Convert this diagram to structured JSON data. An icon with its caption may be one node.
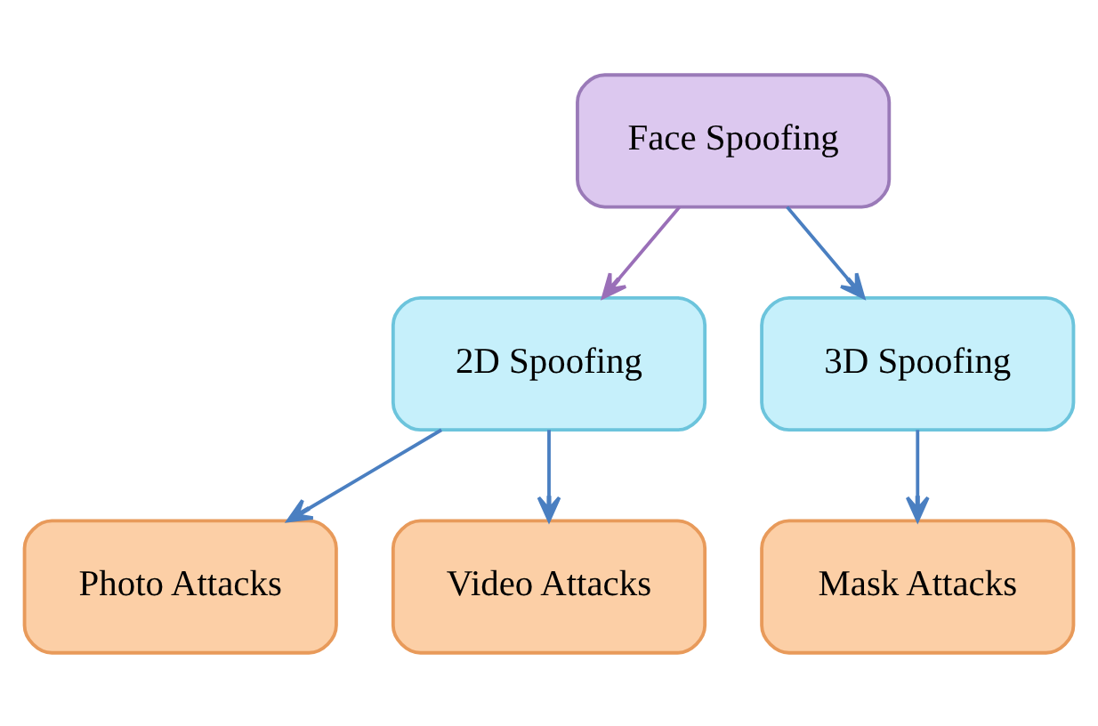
{
  "diagram": {
    "nodes": [
      {
        "text": [
          "Face Spoofing"
        ]
      },
      {
        "text": [
          "2D Spoofing"
        ]
      },
      {
        "text": [
          "3D Spoofing"
        ]
      },
      {
        "text": [
          "Photo Attacks"
        ]
      },
      {
        "text": [
          "Video Attacks"
        ]
      },
      {
        "text": [
          "Mask Attacks"
        ]
      }
    ],
    "edges": [
      {
        "from": 0,
        "to": 1,
        "arrow": "to",
        "color": "#9a6fb8"
      },
      {
        "from": 0,
        "to": 2,
        "arrow": "to"
      },
      {
        "from": 1,
        "to": 3,
        "arrow": "to"
      },
      {
        "from": 1,
        "to": 4,
        "arrow": "to"
      },
      {
        "from": 2,
        "to": 5,
        "arrow": "to"
      }
    ]
  }
}
